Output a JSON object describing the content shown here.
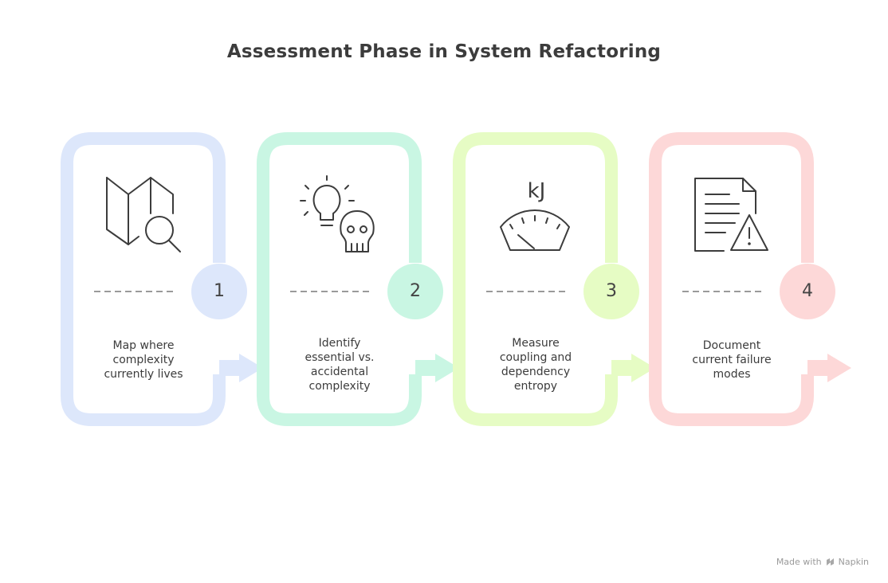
{
  "title": "Assessment Phase in System Refactoring",
  "steps": [
    {
      "number": "1",
      "icon": "map-search-icon",
      "color": "#dde7fb",
      "caption": [
        "Map where",
        "complexity",
        "currently lives"
      ]
    },
    {
      "number": "2",
      "icon": "lightbulb-skull-icon",
      "color": "#c9f6e3",
      "caption": [
        "Identify",
        "essential vs.",
        "accidental",
        "complexity"
      ]
    },
    {
      "number": "3",
      "icon": "energy-gauge-icon",
      "gauge_label": "kJ",
      "color": "#e6fcc4",
      "caption": [
        "Measure",
        "coupling and",
        "dependency",
        "entropy"
      ]
    },
    {
      "number": "4",
      "icon": "document-warning-icon",
      "color": "#fdd8d8",
      "caption": [
        "Document",
        "current failure",
        "modes"
      ]
    }
  ],
  "footer": {
    "made_with": "Made with",
    "brand": "Napkin"
  }
}
